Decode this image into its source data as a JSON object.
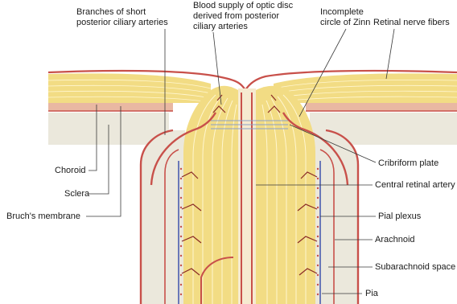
{
  "labels": {
    "branches_short_posterior_ciliary_arteries": [
      "Branches of short",
      "posterior ciliary arteries"
    ],
    "blood_supply_optic_disc": [
      "Blood supply of optic disc",
      "derived from posterior",
      "ciliary arteries"
    ],
    "incomplete_circle_of_zinn": [
      "Incomplete",
      "circle of Zinn"
    ],
    "retinal_nerve_fibers": "Retinal nerve fibers",
    "choroid": "Choroid",
    "sclera": "Sclera",
    "bruchs_membrane": "Bruch's membrane",
    "cribriform_plate": "Cribriform plate",
    "central_retinal_artery": "Central retinal artery",
    "pial_plexus": "Pial plexus",
    "arachnoid": "Arachnoid",
    "subarachnoid_space": "Subarachnoid space",
    "pia": "Pia"
  },
  "colors": {
    "artery": "#c8504a",
    "artery_dark": "#8a2a26",
    "nerve_fiber": "#f2dc84",
    "nerve_fiber_line": "#fff6cf",
    "sclera": "#ebe8dc",
    "choroid_band": "#e9b8a2",
    "pia": "#6a78b8"
  }
}
